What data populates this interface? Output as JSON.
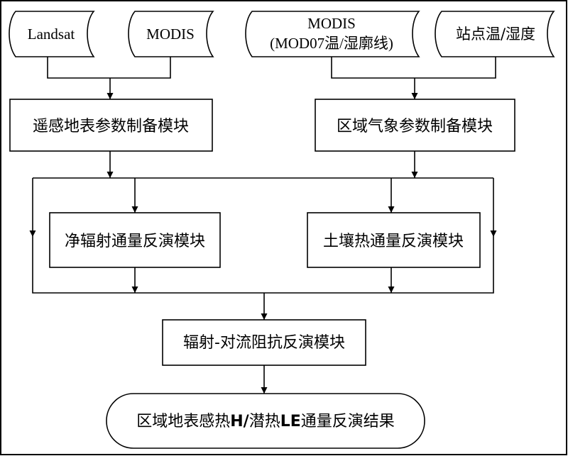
{
  "inputs": {
    "landsat": "Landsat",
    "modis": "MODIS",
    "modis07_line1": "MODIS",
    "modis07_line2": "(MOD07温/湿廓线)",
    "station": "站点温/湿度"
  },
  "modules": {
    "rs_surface_params": "遥感地表参数制备模块",
    "regional_meteo_params": "区域气象参数制备模块",
    "net_radiation": "净辐射通量反演模块",
    "soil_heat_flux": "土壤热通量反演模块",
    "aerodynamic_resistance": "辐射-对流阻抗反演模块"
  },
  "result": {
    "prefix": "区域地表感热",
    "h": "H",
    "slash": "/",
    "latent": "潜热",
    "le": "LE",
    "suffix": "通量反演结果"
  }
}
